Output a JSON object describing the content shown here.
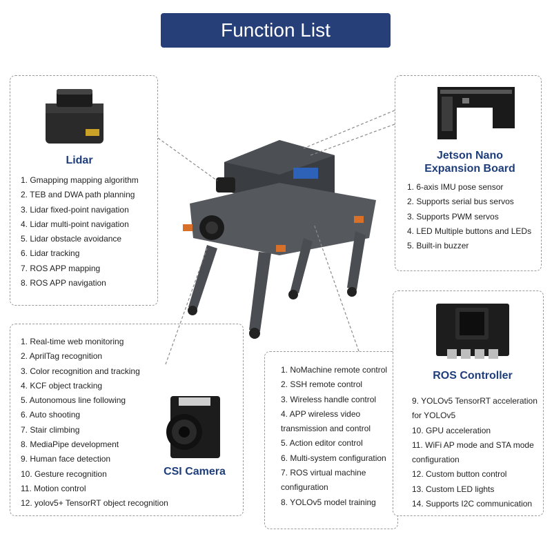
{
  "title": "Function List",
  "colors": {
    "banner": "#263f79",
    "heading": "#1e3d7b"
  },
  "lidar": {
    "heading": "Lidar",
    "items": [
      "1.  Gmapping mapping algorithm",
      "2. TEB and DWA path planning",
      "3. Lidar fixed-point navigation",
      "4. Lidar multi-point navigation",
      "5. Lidar obstacle avoidance",
      "6. Lidar tracking",
      "7. ROS APP mapping",
      "8. ROS APP navigation"
    ]
  },
  "jetson": {
    "heading": "Jetson Nano\nExpansion Board",
    "items": [
      "1. 6-axis IMU pose sensor",
      "2. Supports serial bus servos",
      "3.  Supports PWM servos",
      "4. LED Multiple buttons and LEDs",
      "5. Built-in buzzer"
    ]
  },
  "camera": {
    "heading": "CSI Camera",
    "items": [
      "1. Real-time web monitoring",
      "2. AprilTag recognition",
      "3. Color recognition and tracking",
      "4. KCF object tracking",
      "5. Autonomous line following",
      "6. Auto shooting",
      "7. Stair climbing",
      "8. MediaPipe development",
      "9. Human face detection",
      "10. Gesture recognition",
      "11. Motion control",
      "12. yolov5+ TensorRT object recognition"
    ]
  },
  "middle": {
    "items": [
      "1. NoMachine remote control",
      "2. SSH remote control",
      "3. Wireless handle control",
      "4. APP wireless video transmission and control",
      "5. Action editor control",
      "6. Multi-system configuration",
      "7. ROS virtual machine configuration",
      "8. YOLOv5 model training"
    ]
  },
  "ros": {
    "heading": "ROS Controller",
    "items": [
      "9. YOLOv5 TensorRT acceleration for YOLOv5",
      "10. GPU acceleration",
      "11. WiFi AP mode and STA mode configuration",
      "12. Custom button control",
      "13.  Custom LED lights",
      "14. Supports I2C communication"
    ]
  }
}
